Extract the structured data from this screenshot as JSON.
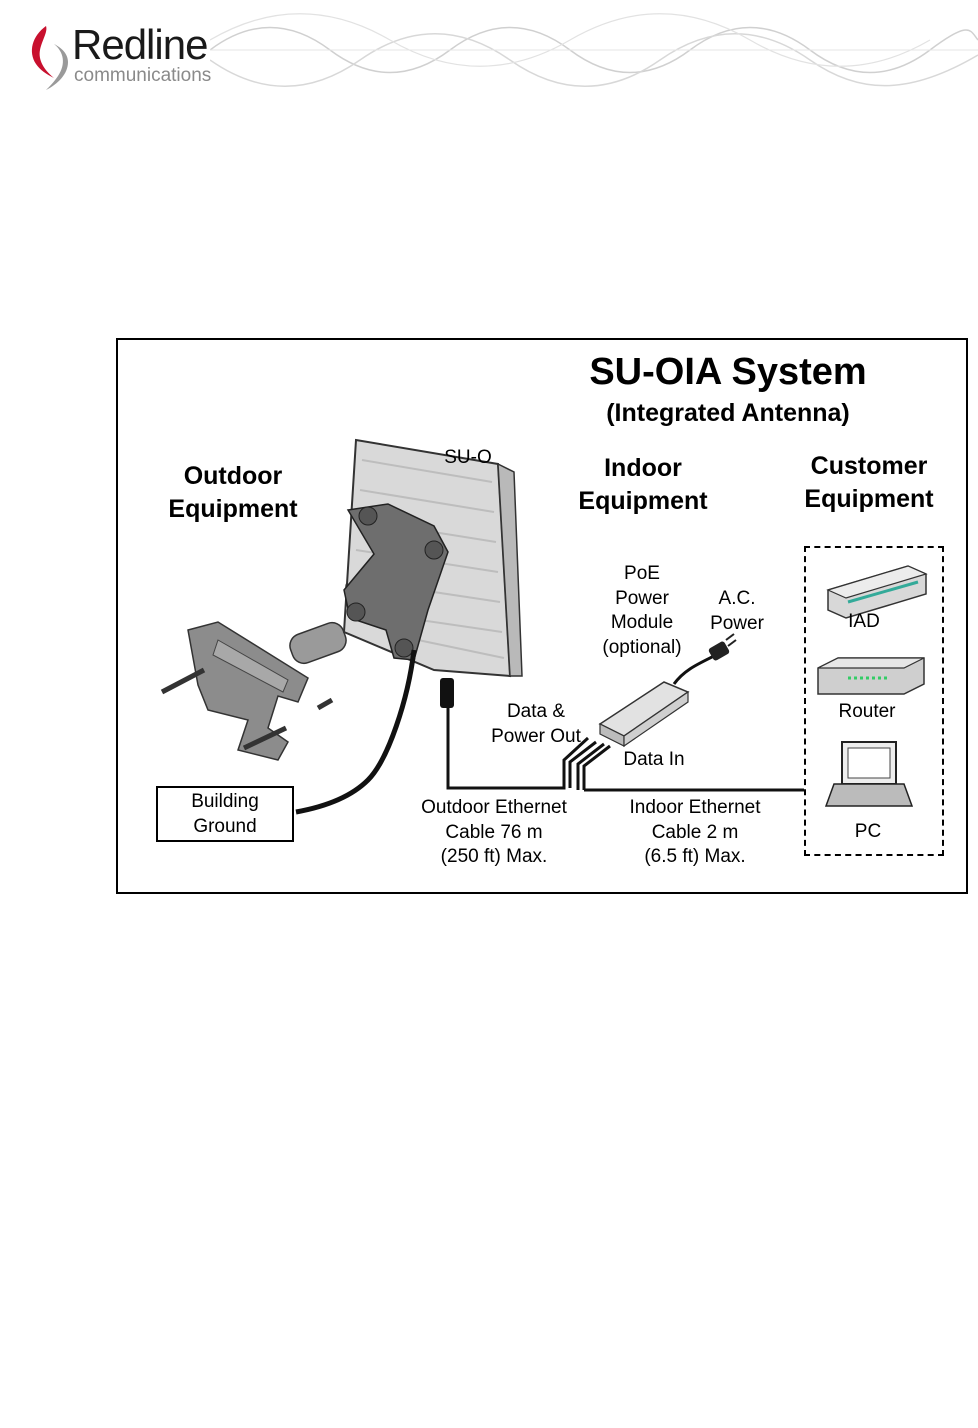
{
  "brand": {
    "name": "Redline",
    "tagline": "communications",
    "colors": {
      "accent": "#c8102e",
      "text": "#1a1a1a",
      "sub": "#8a8a8a"
    }
  },
  "diagram": {
    "title": "SU-OIA System",
    "subtitle": "(Integrated Antenna)",
    "sections": {
      "outdoor": [
        "Outdoor",
        "Equipment"
      ],
      "indoor": [
        "Indoor",
        "Equipment"
      ],
      "customer": [
        "Customer",
        "Equipment"
      ]
    },
    "labels": {
      "su_o": "SU-O",
      "poe": [
        "PoE",
        "Power",
        "Module",
        "(optional)"
      ],
      "ac_power": [
        "A.C.",
        "Power"
      ],
      "data_power_out": [
        "Data &",
        "Power Out"
      ],
      "data_in": "Data In",
      "building_ground": [
        "Building",
        "Ground"
      ],
      "outdoor_cable": [
        "Outdoor Ethernet",
        "Cable 76 m",
        "(250 ft) Max."
      ],
      "indoor_cable": [
        "Indoor Ethernet",
        "Cable 2 m",
        "(6.5 ft) Max."
      ],
      "iad": "IAD",
      "router": "Router",
      "pc": "PC"
    }
  }
}
